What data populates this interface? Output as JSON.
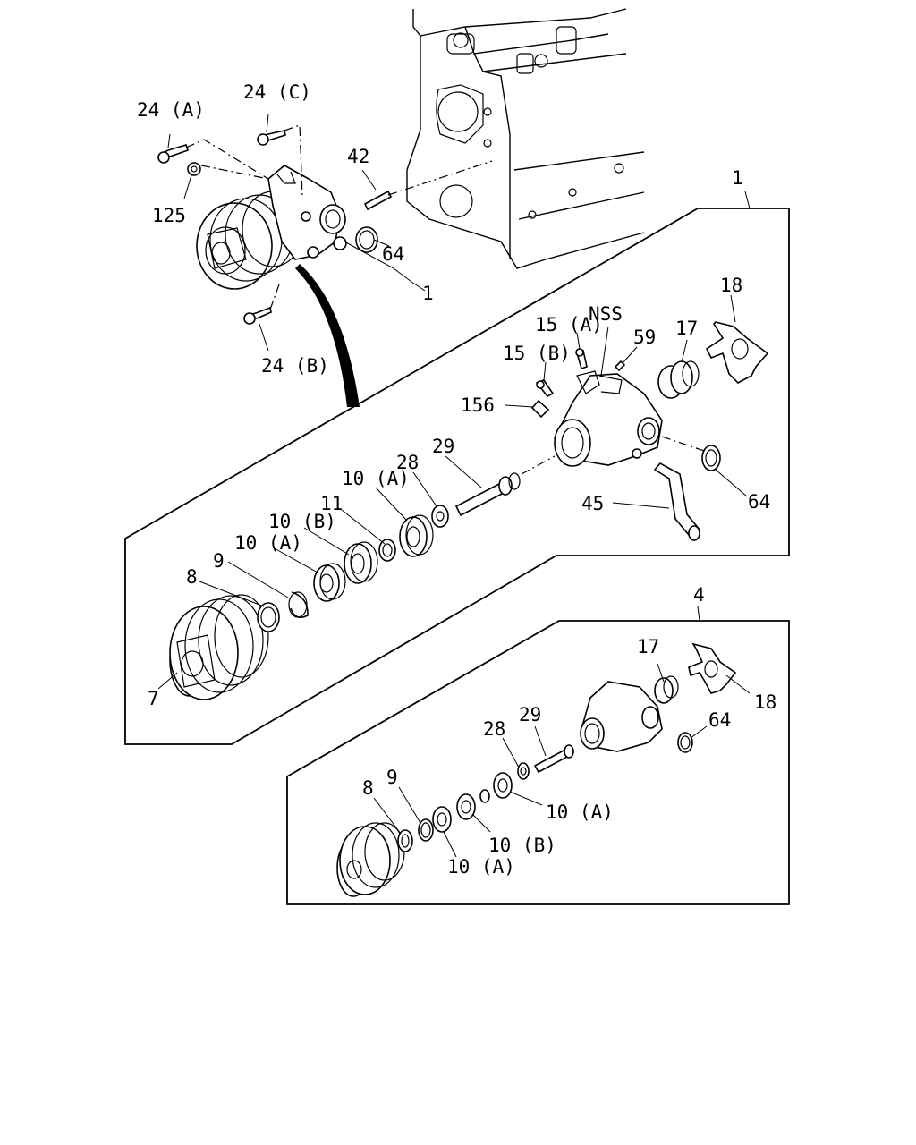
{
  "diagram": {
    "callouts_top": [
      {
        "id": "lbl-24a-top",
        "text": "24 (A)"
      },
      {
        "id": "lbl-24c-top",
        "text": "24 (C)"
      },
      {
        "id": "lbl-42-top",
        "text": "42"
      },
      {
        "id": "lbl-125-top",
        "text": "125"
      },
      {
        "id": "lbl-64-top",
        "text": "64"
      },
      {
        "id": "lbl-1-top",
        "text": "1"
      },
      {
        "id": "lbl-24b-top",
        "text": "24 (B)"
      }
    ],
    "assembly_1": {
      "box_label": "1",
      "callouts": {
        "p18": "18",
        "p15a": "15 (A)",
        "nss": "NSS",
        "p59": "59",
        "p17": "17",
        "p15b": "15 (B)",
        "p156": "156",
        "p29": "29",
        "p28": "28",
        "p10a_1": "10 (A)",
        "p11": "11",
        "p10b": "10 (B)",
        "p10a_2": "10 (A)",
        "p9": "9",
        "p8": "8",
        "p7": "7",
        "p45": "45",
        "p64": "64"
      }
    },
    "assembly_4": {
      "box_label": "4",
      "callouts": {
        "p17": "17",
        "p18": "18",
        "p64": "64",
        "p29": "29",
        "p28": "28",
        "p8": "8",
        "p9": "9",
        "p10a_1": "10 (A)",
        "p10b": "10 (B)",
        "p10a_2": "10 (A)"
      }
    }
  }
}
